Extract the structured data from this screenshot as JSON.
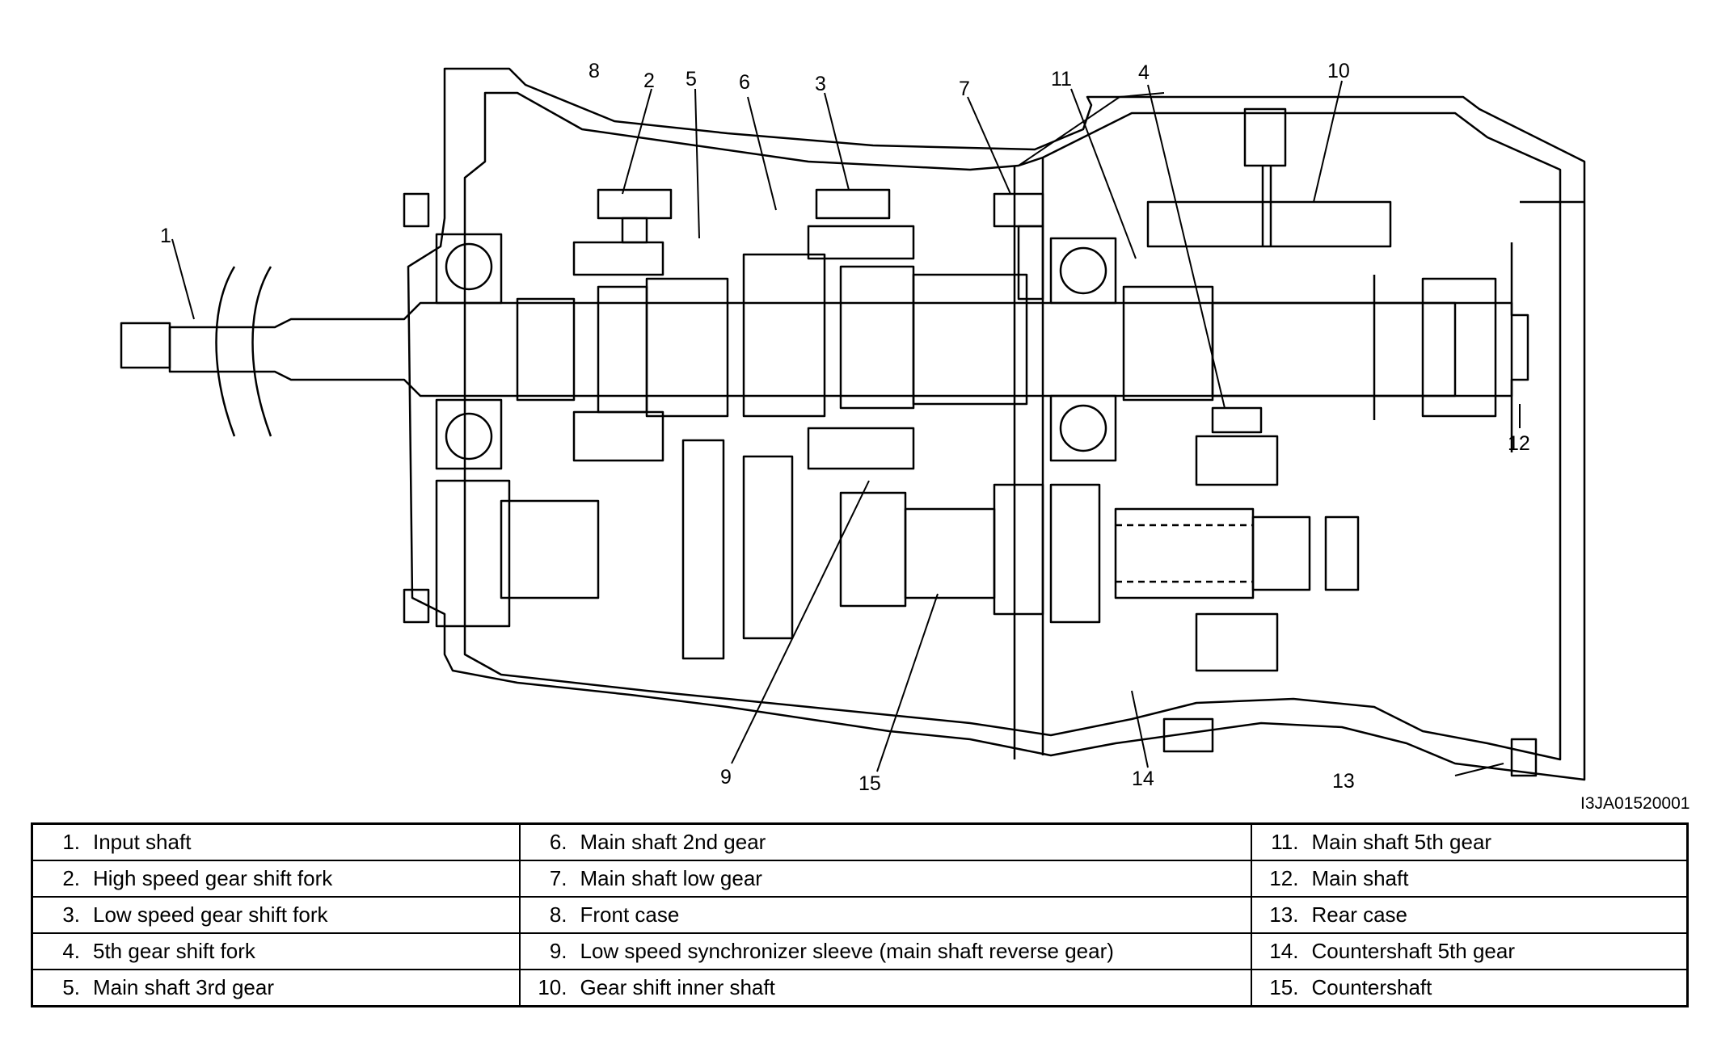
{
  "reference_code": "I3JA01520001",
  "callouts": [
    {
      "id": "c1",
      "text": "1"
    },
    {
      "id": "c2",
      "text": "2"
    },
    {
      "id": "c3",
      "text": "3"
    },
    {
      "id": "c4",
      "text": "4"
    },
    {
      "id": "c5",
      "text": "5"
    },
    {
      "id": "c6",
      "text": "6"
    },
    {
      "id": "c7",
      "text": "7"
    },
    {
      "id": "c8",
      "text": "8"
    },
    {
      "id": "c9",
      "text": "9"
    },
    {
      "id": "c10",
      "text": "10"
    },
    {
      "id": "c11",
      "text": "11"
    },
    {
      "id": "c12",
      "text": "12"
    },
    {
      "id": "c13",
      "text": "13"
    },
    {
      "id": "c14",
      "text": "14"
    },
    {
      "id": "c15",
      "text": "15"
    }
  ],
  "legend": {
    "rows": [
      [
        {
          "num": "1.",
          "label": "Input shaft"
        },
        {
          "num": "6.",
          "label": "Main shaft 2nd gear"
        },
        {
          "num": "11.",
          "label": "Main shaft 5th gear"
        }
      ],
      [
        {
          "num": "2.",
          "label": "High speed gear shift fork"
        },
        {
          "num": "7.",
          "label": "Main shaft low gear"
        },
        {
          "num": "12.",
          "label": "Main shaft"
        }
      ],
      [
        {
          "num": "3.",
          "label": "Low speed gear shift fork"
        },
        {
          "num": "8.",
          "label": "Front case"
        },
        {
          "num": "13.",
          "label": "Rear case"
        }
      ],
      [
        {
          "num": "4.",
          "label": "5th gear shift fork"
        },
        {
          "num": "9.",
          "label": "Low speed synchronizer sleeve (main shaft reverse gear)"
        },
        {
          "num": "14.",
          "label": "Countershaft 5th gear"
        }
      ],
      [
        {
          "num": "5.",
          "label": "Main shaft 3rd gear"
        },
        {
          "num": "10.",
          "label": "Gear shift inner shaft"
        },
        {
          "num": "15.",
          "label": "Countershaft"
        }
      ]
    ]
  }
}
